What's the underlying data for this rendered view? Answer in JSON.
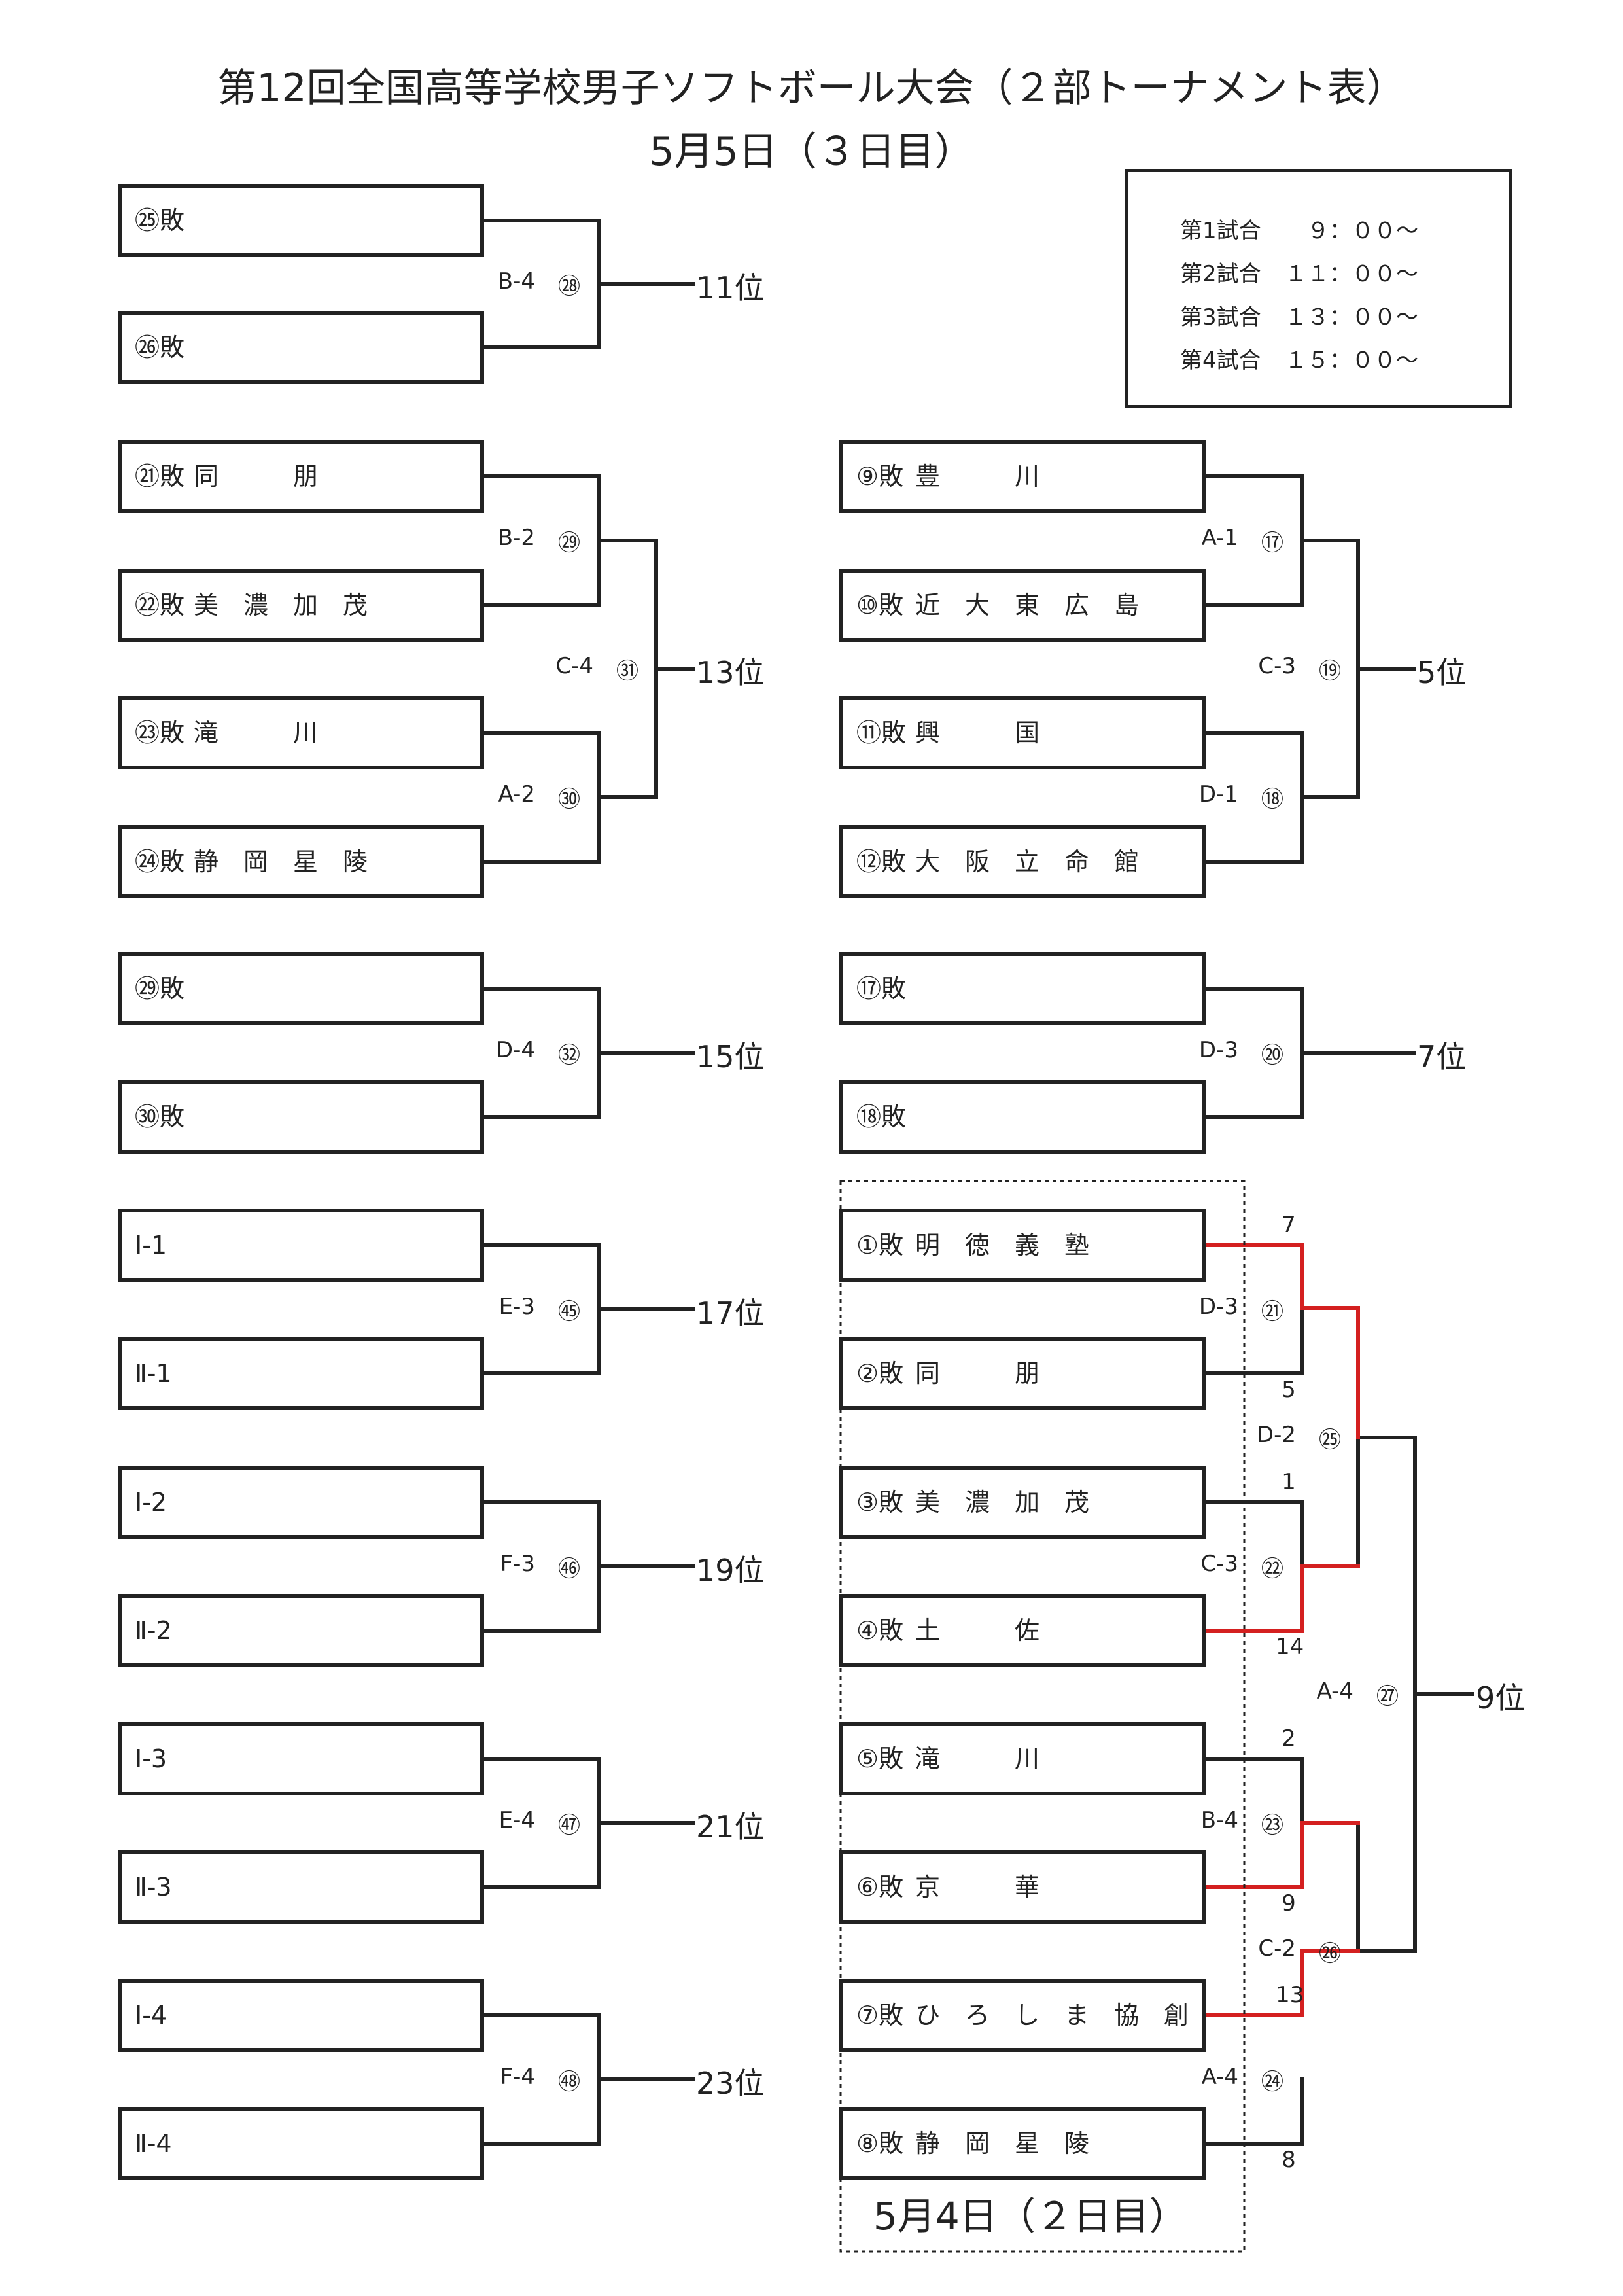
{
  "header": {
    "title": "第12回全国高等学校男子ソフトボール大会（２部トーナメント表）",
    "subtitle": "5月5日（３日目）"
  },
  "schedule": [
    {
      "label": "第1試合",
      "time": "　９：００～"
    },
    {
      "label": "第2試合",
      "time": "１１：００～"
    },
    {
      "label": "第3試合",
      "time": "１３：００～"
    },
    {
      "label": "第4試合",
      "time": "１５：００～"
    }
  ],
  "day2_label": "5月4日（２日目）",
  "colors": {
    "line": "#222222",
    "winner_path": "#d42020"
  },
  "teams": {
    "t21": "同　　　朋",
    "t22": "美　濃　加　茂",
    "t23": "滝　　　川",
    "t24": "静　岡　星　陵",
    "t9": "豊　　　川",
    "t10": "近　大　東　広　島",
    "t11": "興　　　国",
    "t12": "大　阪　立　命　館",
    "t1": "明　徳　義　塾",
    "t2": "同　　　朋",
    "t3": "美　濃　加　茂",
    "t4": "土　　　佐",
    "t5": "滝　　　川",
    "t6": "京　　　華",
    "t7": "ひ　ろ　し　ま　協　創",
    "t8": "静　岡　星　陵"
  },
  "sources": {
    "s25": "㉕敗",
    "s26": "㉖敗",
    "s21": "㉑敗",
    "s22": "㉒敗",
    "s23": "㉓敗",
    "s24": "㉔敗",
    "s29": "㉙敗",
    "s30": "㉚敗",
    "s9": "⑨敗",
    "s10": "⑩敗",
    "s11": "⑪敗",
    "s12": "⑫敗",
    "s17": "⑰敗",
    "s18": "⑱敗",
    "s1": "①敗",
    "s2": "②敗",
    "s3": "③敗",
    "s4": "④敗",
    "s5": "⑤敗",
    "s6": "⑥敗",
    "s7": "⑦敗",
    "s8": "⑧敗",
    "i1": "Ⅰ-1",
    "ii1": "Ⅱ-1",
    "i2": "Ⅰ-2",
    "ii2": "Ⅱ-2",
    "i3": "Ⅰ-3",
    "ii3": "Ⅱ-3",
    "i4": "Ⅰ-4",
    "ii4": "Ⅱ-4"
  },
  "matches": {
    "m28": {
      "court": "B-4",
      "no": "㉘"
    },
    "m29": {
      "court": "B-2",
      "no": "㉙"
    },
    "m30": {
      "court": "A-2",
      "no": "㉚"
    },
    "m31": {
      "court": "C-4",
      "no": "㉛"
    },
    "m32": {
      "court": "D-4",
      "no": "㉜"
    },
    "m17": {
      "court": "A-1",
      "no": "⑰"
    },
    "m18": {
      "court": "D-1",
      "no": "⑱"
    },
    "m19": {
      "court": "C-3",
      "no": "⑲"
    },
    "m20": {
      "court": "D-3",
      "no": "⑳"
    },
    "m45": {
      "court": "E-3",
      "no": "㊺"
    },
    "m46": {
      "court": "F-3",
      "no": "㊻"
    },
    "m47": {
      "court": "E-4",
      "no": "㊼"
    },
    "m48": {
      "court": "F-4",
      "no": "㊽"
    },
    "m21": {
      "court": "D-3",
      "no": "㉑"
    },
    "m22": {
      "court": "C-3",
      "no": "㉒"
    },
    "m23": {
      "court": "B-4",
      "no": "㉓"
    },
    "m24": {
      "court": "A-4",
      "no": "㉔"
    },
    "m25": {
      "court": "D-2",
      "no": "㉕"
    },
    "m26": {
      "court": "C-2",
      "no": "㉖"
    },
    "m27": {
      "court": "A-4",
      "no": "㉗"
    }
  },
  "ranks": {
    "r11": "11位",
    "r13": "13位",
    "r15": "15位",
    "r5": "5位",
    "r7": "7位",
    "r17": "17位",
    "r19": "19位",
    "r21": "21位",
    "r23": "23位",
    "r9": "9位"
  },
  "scores": {
    "m21_top": "7",
    "m21_bottom": "5",
    "m22_top": "1",
    "m22_bottom": "14",
    "m23_top": "2",
    "m23_bottom": "9",
    "m24_top": "13",
    "m24_bottom": "8"
  }
}
